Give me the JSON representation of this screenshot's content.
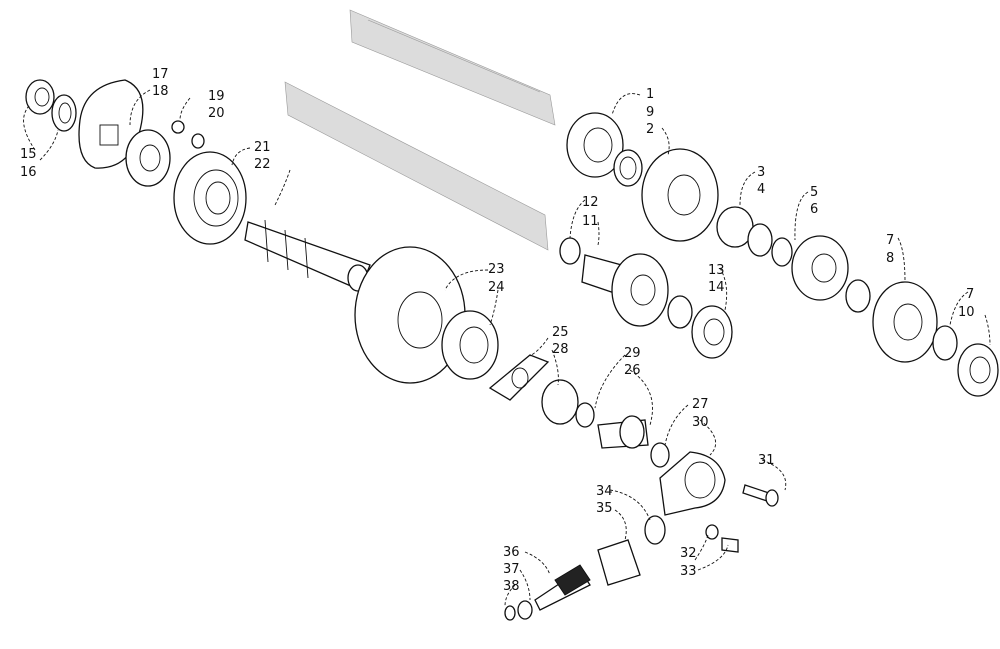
{
  "labels": {
    "l1": "1",
    "l2": "2",
    "l3": "3",
    "l4": "4",
    "l5": "5",
    "l6": "6",
    "l7a": "7",
    "l7b": "7",
    "l8": "8",
    "l9": "9",
    "l10": "10",
    "l11": "11",
    "l12": "12",
    "l13": "13",
    "l14": "14",
    "l15": "15",
    "l16": "16",
    "l17": "17",
    "l18": "18",
    "l19": "19",
    "l20": "20",
    "l21": "21",
    "l22": "22",
    "l23": "23",
    "l24": "24",
    "l25": "25",
    "l26": "26",
    "l27": "27",
    "l28": "28",
    "l29": "29",
    "l30": "30",
    "l31": "31",
    "l32": "32",
    "l33": "33",
    "l34": "34",
    "l35": "35",
    "l36": "36",
    "l37": "37",
    "l38": "38"
  }
}
